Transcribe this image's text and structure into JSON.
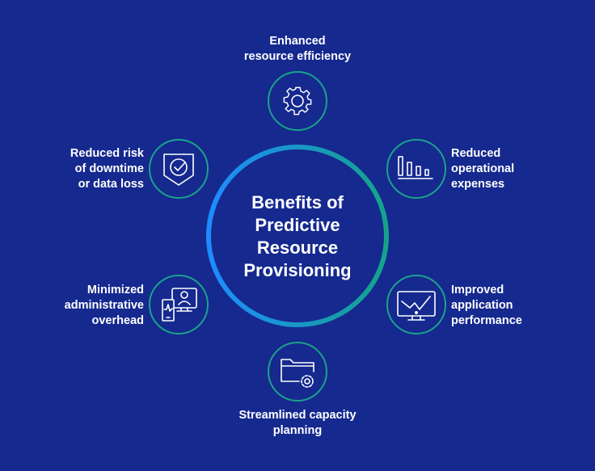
{
  "title": [
    "Benefits of",
    "Predictive",
    "Resource",
    "Provisioning"
  ],
  "benefits": [
    {
      "lines": [
        "Enhanced",
        "resource efficiency"
      ],
      "icon": "gear-icon"
    },
    {
      "lines": [
        "Reduced",
        "operational",
        "expenses"
      ],
      "icon": "bar-chart-icon"
    },
    {
      "lines": [
        "Improved",
        "application",
        "performance"
      ],
      "icon": "monitor-chart-icon"
    },
    {
      "lines": [
        "Streamlined capacity",
        "planning"
      ],
      "icon": "folder-gear-icon"
    },
    {
      "lines": [
        "Minimized",
        "administrative",
        "overhead"
      ],
      "icon": "devices-user-icon"
    },
    {
      "lines": [
        "Reduced risk",
        "of downtime",
        "or data loss"
      ],
      "icon": "shield-check-icon"
    }
  ],
  "colors": {
    "background": "#15298f",
    "ring_start": "#1e8cff",
    "ring_end": "#14a38a",
    "small_ring": "#1aa38a"
  }
}
